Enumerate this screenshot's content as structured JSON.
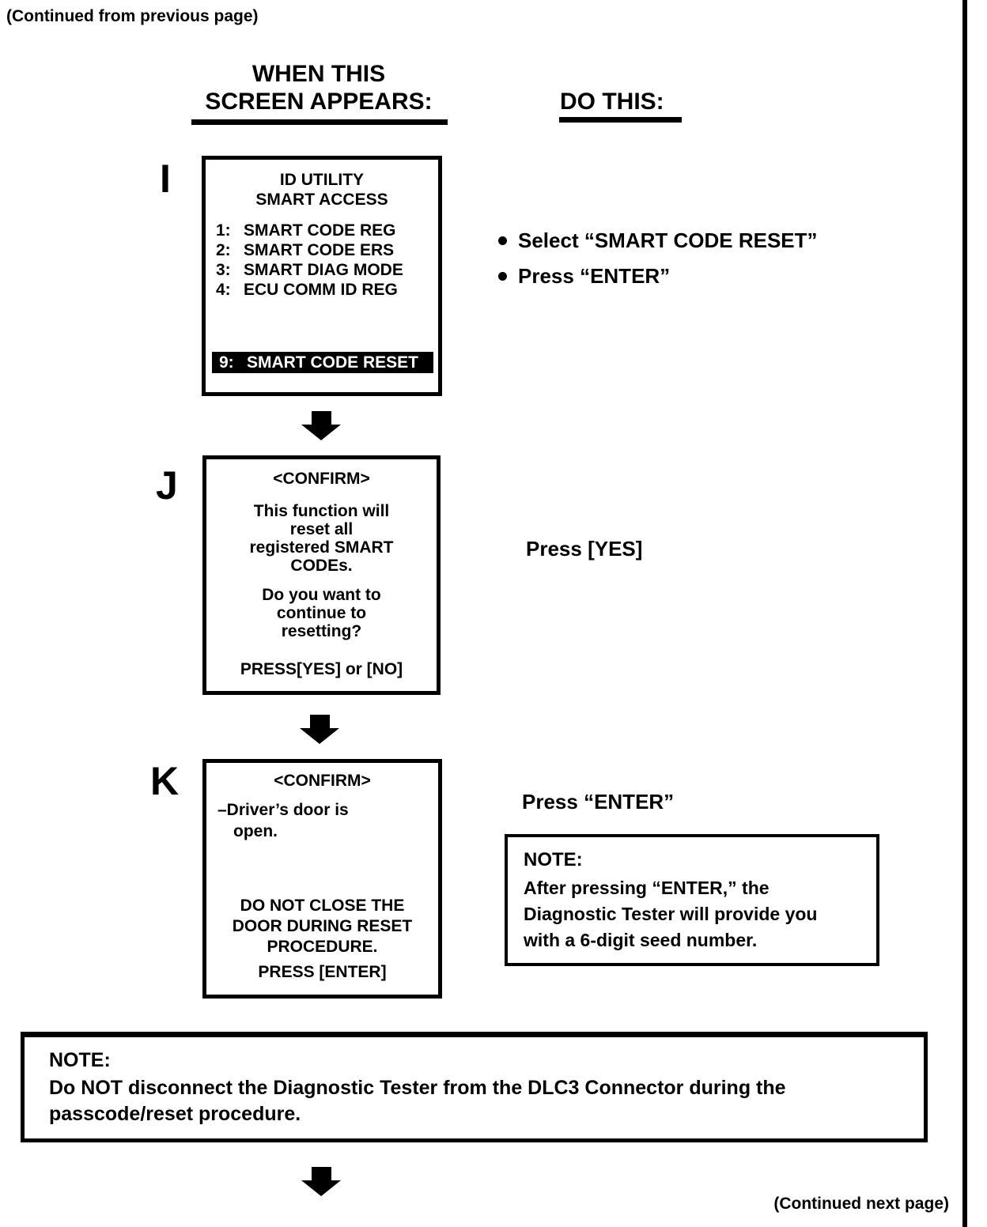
{
  "colors": {
    "ink": "#000000",
    "paper": "#ffffff"
  },
  "page": {
    "continued_from": "(Continued from previous page)",
    "continued_next": "(Continued next page)"
  },
  "headers": {
    "when_line1": "WHEN THIS",
    "when_line2": "SCREEN APPEARS:",
    "do_this": "DO THIS:"
  },
  "step_i": {
    "label": "I",
    "screen": {
      "title_line1": "ID UTILITY",
      "title_line2": "SMART ACCESS",
      "items": [
        {
          "num": "1:",
          "text": "SMART CODE REG"
        },
        {
          "num": "2:",
          "text": "SMART CODE ERS"
        },
        {
          "num": "3:",
          "text": "SMART DIAG MODE"
        },
        {
          "num": "4:",
          "text": "ECU COMM ID REG"
        }
      ],
      "highlight": {
        "num": "9:",
        "text": "SMART CODE RESET"
      }
    },
    "actions": [
      "Select “SMART CODE RESET”",
      "Press “ENTER”"
    ]
  },
  "step_j": {
    "label": "J",
    "screen": {
      "heading": "<CONFIRM>",
      "para1": [
        "This function will",
        "reset all",
        "registered SMART",
        "CODEs."
      ],
      "para2": [
        "Do you want to",
        "continue to",
        "resetting?"
      ],
      "footer": "PRESS[YES] or [NO]"
    },
    "action": "Press [YES]"
  },
  "step_k": {
    "label": "K",
    "screen": {
      "heading": "<CONFIRM>",
      "line1": "–Driver’s door is",
      "line2": "open.",
      "warning": [
        "DO NOT CLOSE THE",
        "DOOR DURING RESET",
        "PROCEDURE."
      ],
      "footer": "PRESS [ENTER]"
    },
    "action": "Press “ENTER”",
    "note": {
      "title": "NOTE:",
      "lines": [
        "After pressing “ENTER,” the",
        "Diagnostic Tester will provide you",
        "with a 6-digit seed number."
      ]
    }
  },
  "bottom_note": {
    "title": "NOTE:",
    "lines": [
      "Do NOT disconnect the Diagnostic Tester from the DLC3 Connector during the",
      "passcode/reset procedure."
    ]
  }
}
